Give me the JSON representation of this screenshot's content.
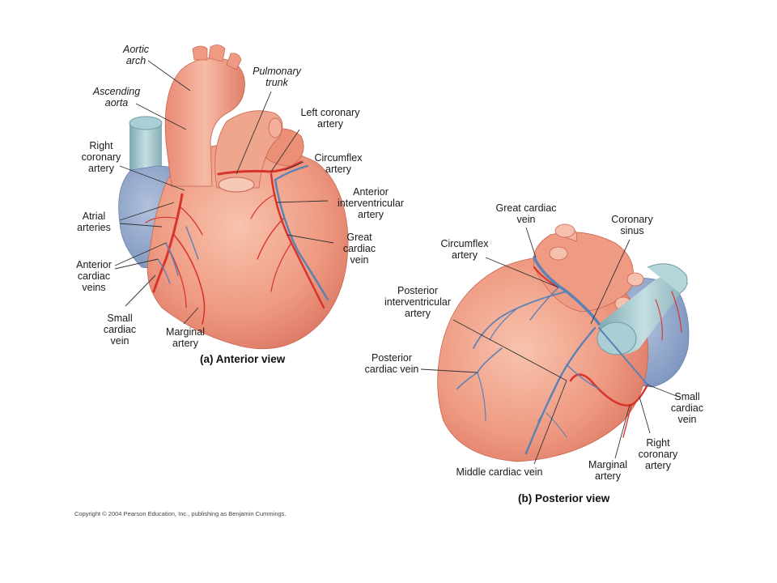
{
  "colors": {
    "myocardium": "#ef9a82",
    "myocardium_shadow": "#d9735e",
    "artery": "#d8342c",
    "vein": "#5b82b4",
    "atrium_blue": "#8aa3c9",
    "vena_cava": "#9fc3c9",
    "leader_line": "#333333"
  },
  "anterior": {
    "caption": "(a) Anterior view",
    "labels": {
      "aortic_arch": "Aortic\narch",
      "ascending_aorta": "Ascending\naorta",
      "pulmonary_trunk": "Pulmonary\ntrunk",
      "left_coronary_artery": "Left coronary\nartery",
      "circumflex_artery": "Circumflex\nartery",
      "anterior_interventricular_artery": "Anterior\ninterventricular\nartery",
      "great_cardiac_vein": "Great\ncardiac\nvein",
      "right_coronary_artery": "Right\ncoronary\nartery",
      "atrial_arteries": "Atrial\narteries",
      "anterior_cardiac_veins": "Anterior\ncardiac\nveins",
      "small_cardiac_vein": "Small\ncardiac\nvein",
      "marginal_artery": "Marginal\nartery"
    }
  },
  "posterior": {
    "caption": "(b) Posterior view",
    "labels": {
      "great_cardiac_vein": "Great cardiac\nvein",
      "coronary_sinus": "Coronary\nsinus",
      "circumflex_artery": "Circumflex\nartery",
      "posterior_interventricular_artery": "Posterior\ninterventricular\nartery",
      "posterior_cardiac_vein": "Posterior\ncardiac vein",
      "small_cardiac_vein": "Small\ncardiac\nvein",
      "right_coronary_artery": "Right\ncoronary\nartery",
      "marginal_artery": "Marginal\nartery",
      "middle_cardiac_vein": "Middle cardiac vein"
    }
  },
  "copyright": "Copyright © 2004 Pearson Education, Inc., publishing as Benjamin Cummings."
}
